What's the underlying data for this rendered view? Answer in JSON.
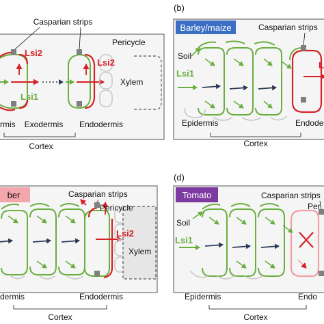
{
  "colors": {
    "green": "#6aae3f",
    "red": "#d42026",
    "light_red": "#f0a0a4",
    "gray_cell": "#c8c8c8",
    "panel_border": "#8a8a8a",
    "panel_fill": "#f5f5f5",
    "blue_label_bg": "#3a6fc4",
    "pink_label_bg": "#f3a7ad",
    "purple_label_bg": "#7d3aa0",
    "dark_arrow": "#2b3a55",
    "strip_gray": "#7f7f7f"
  },
  "panel_a": {
    "casparian": "Casparian strips",
    "pericycle": "Pericycle",
    "lsi2": "Lsi2",
    "lsi2_b": "Lsi2",
    "lsi1": "Lsi1",
    "xylem": "Xylem",
    "label_dermis": "rmis",
    "label_exo": "Exodermis",
    "label_endo": "Endodermis",
    "label_cortex": "Cortex"
  },
  "panel_b": {
    "letter": "(b)",
    "tag": "Barley/maize",
    "casparian": "Casparian strips",
    "soil": "Soil",
    "lsi1": "Lsi1",
    "lsi2_partial": "L",
    "label_epi": "Epidermis",
    "label_endo": "Endode",
    "label_cortex": "Cortex"
  },
  "panel_c": {
    "tag": "ber",
    "casparian": "Casparian strips",
    "pericycle": "Pericycle",
    "lsi2": "Lsi2",
    "xylem": "Xylem",
    "label_dermis": "dermis",
    "label_endo": "Endodermis",
    "label_cortex": "Cortex"
  },
  "panel_d": {
    "letter": "(d)",
    "tag": "Tomato",
    "casparian": "Casparian strips",
    "pericycle_partial": "Per",
    "soil": "Soil",
    "lsi1": "Lsi1",
    "label_epi": "Epidermis",
    "label_endo": "Endo",
    "label_cortex": "Cortex"
  }
}
